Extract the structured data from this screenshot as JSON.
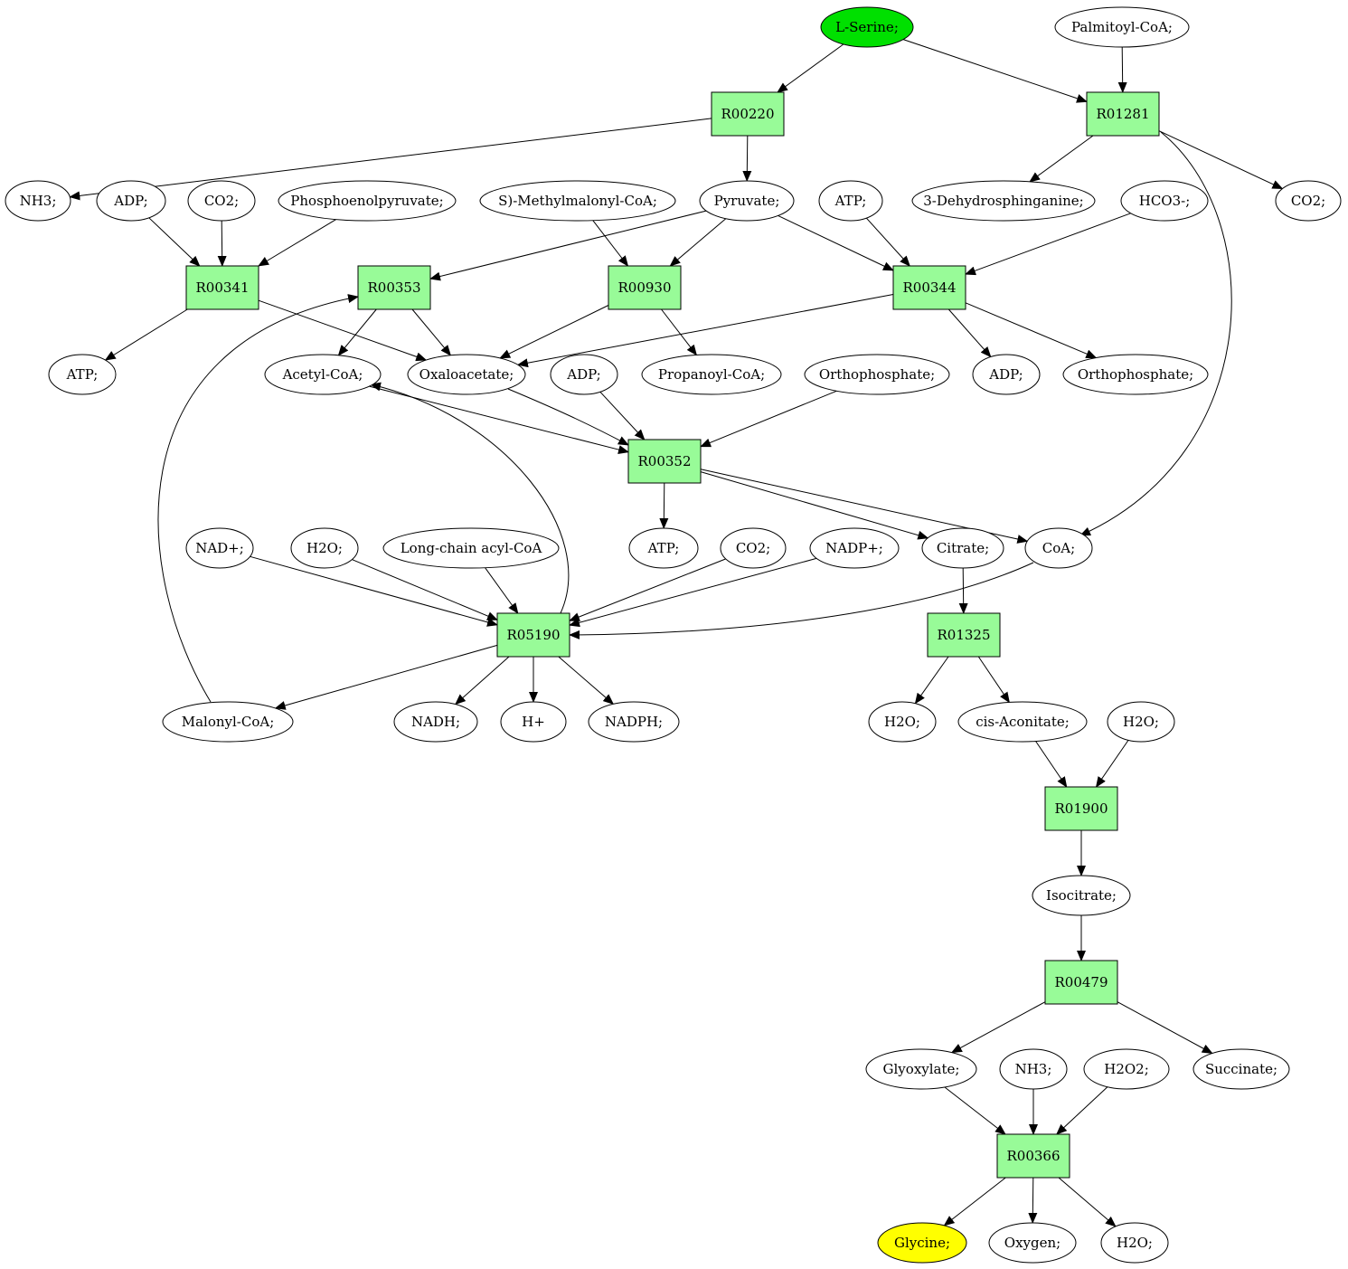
{
  "colors": {
    "reaction_fill": "#98fb98",
    "source_fill": "#00e000",
    "target_fill": "#ffff00",
    "metabolite_fill": "#ffffff",
    "stroke": "#000000"
  },
  "metabolites": [
    {
      "id": "m_lserine",
      "label": "L-Serine;",
      "role": "source"
    },
    {
      "id": "m_palmitoylcoa",
      "label": "Palmitoyl-CoA;"
    },
    {
      "id": "m_nh3_a",
      "label": "NH3;"
    },
    {
      "id": "m_adp_a",
      "label": "ADP;"
    },
    {
      "id": "m_co2_a",
      "label": "CO2;"
    },
    {
      "id": "m_pep",
      "label": "Phosphoenolpyruvate;"
    },
    {
      "id": "m_smmcoa",
      "label": "S)-Methylmalonyl-CoA;"
    },
    {
      "id": "m_pyruvate",
      "label": "Pyruvate;"
    },
    {
      "id": "m_atp_a",
      "label": "ATP;"
    },
    {
      "id": "m_3dhs",
      "label": "3-Dehydrosphinganine;"
    },
    {
      "id": "m_hco3",
      "label": "HCO3-;"
    },
    {
      "id": "m_co2_b",
      "label": "CO2;"
    },
    {
      "id": "m_atp_b",
      "label": "ATP;"
    },
    {
      "id": "m_acetylcoa",
      "label": "Acetyl-CoA;"
    },
    {
      "id": "m_oxaloacetate",
      "label": "Oxaloacetate;"
    },
    {
      "id": "m_adp_b",
      "label": "ADP;"
    },
    {
      "id": "m_propanoylcoa",
      "label": "Propanoyl-CoA;"
    },
    {
      "id": "m_ortho_a",
      "label": "Orthophosphate;"
    },
    {
      "id": "m_adp_c",
      "label": "ADP;"
    },
    {
      "id": "m_ortho_b",
      "label": "Orthophosphate;"
    },
    {
      "id": "m_nad",
      "label": "NAD+;"
    },
    {
      "id": "m_h2o_a",
      "label": "H2O;"
    },
    {
      "id": "m_lcacylcoa",
      "label": "Long-chain acyl-CoA"
    },
    {
      "id": "m_atp_c",
      "label": "ATP;"
    },
    {
      "id": "m_co2_c",
      "label": "CO2;"
    },
    {
      "id": "m_nadp",
      "label": "NADP+;"
    },
    {
      "id": "m_citrate",
      "label": "Citrate;"
    },
    {
      "id": "m_coa",
      "label": "CoA;"
    },
    {
      "id": "m_malonylcoa",
      "label": "Malonyl-CoA;"
    },
    {
      "id": "m_nadh",
      "label": "NADH;"
    },
    {
      "id": "m_hplus",
      "label": "H+"
    },
    {
      "id": "m_nadph",
      "label": "NADPH;"
    },
    {
      "id": "m_h2o_b",
      "label": "H2O;"
    },
    {
      "id": "m_cisaconitate",
      "label": "cis-Aconitate;"
    },
    {
      "id": "m_h2o_c",
      "label": "H2O;"
    },
    {
      "id": "m_isocitrate",
      "label": "Isocitrate;"
    },
    {
      "id": "m_glyoxylate",
      "label": "Glyoxylate;"
    },
    {
      "id": "m_nh3_b",
      "label": "NH3;"
    },
    {
      "id": "m_h2o2",
      "label": "H2O2;"
    },
    {
      "id": "m_succinate",
      "label": "Succinate;"
    },
    {
      "id": "m_glycine",
      "label": "Glycine;",
      "role": "target"
    },
    {
      "id": "m_oxygen",
      "label": "Oxygen;"
    },
    {
      "id": "m_h2o_d",
      "label": "H2O;"
    }
  ],
  "reactions": [
    {
      "id": "r_R00220",
      "label": "R00220"
    },
    {
      "id": "r_R01281",
      "label": "R01281"
    },
    {
      "id": "r_R00341",
      "label": "R00341"
    },
    {
      "id": "r_R00353",
      "label": "R00353"
    },
    {
      "id": "r_R00930",
      "label": "R00930"
    },
    {
      "id": "r_R00344",
      "label": "R00344"
    },
    {
      "id": "r_R00352",
      "label": "R00352"
    },
    {
      "id": "r_R05190",
      "label": "R05190"
    },
    {
      "id": "r_R01325",
      "label": "R01325"
    },
    {
      "id": "r_R01900",
      "label": "R01900"
    },
    {
      "id": "r_R00479",
      "label": "R00479"
    },
    {
      "id": "r_R00366",
      "label": "R00366"
    }
  ],
  "edges": [
    {
      "from": "m_lserine",
      "to": "r_R00220"
    },
    {
      "from": "m_lserine",
      "to": "r_R01281"
    },
    {
      "from": "m_palmitoylcoa",
      "to": "r_R01281"
    },
    {
      "from": "r_R00220",
      "to": "m_nh3_a"
    },
    {
      "from": "r_R00220",
      "to": "m_pyruvate"
    },
    {
      "from": "r_R01281",
      "to": "m_3dhs"
    },
    {
      "from": "r_R01281",
      "to": "m_co2_b"
    },
    {
      "from": "r_R01281",
      "to": "m_coa"
    },
    {
      "from": "m_adp_a",
      "to": "r_R00341"
    },
    {
      "from": "m_co2_a",
      "to": "r_R00341"
    },
    {
      "from": "m_pep",
      "to": "r_R00341"
    },
    {
      "from": "m_pyruvate",
      "to": "r_R00353"
    },
    {
      "from": "m_smmcoa",
      "to": "r_R00930"
    },
    {
      "from": "m_pyruvate",
      "to": "r_R00930"
    },
    {
      "from": "m_pyruvate",
      "to": "r_R00344"
    },
    {
      "from": "m_atp_a",
      "to": "r_R00344"
    },
    {
      "from": "m_hco3",
      "to": "r_R00344"
    },
    {
      "from": "m_malonylcoa",
      "to": "r_R00353"
    },
    {
      "from": "r_R00341",
      "to": "m_atp_b"
    },
    {
      "from": "r_R00341",
      "to": "m_oxaloacetate"
    },
    {
      "from": "r_R00353",
      "to": "m_acetylcoa"
    },
    {
      "from": "r_R00353",
      "to": "m_oxaloacetate"
    },
    {
      "from": "r_R00930",
      "to": "m_oxaloacetate"
    },
    {
      "from": "r_R00930",
      "to": "m_propanoylcoa"
    },
    {
      "from": "r_R00344",
      "to": "m_oxaloacetate"
    },
    {
      "from": "r_R00344",
      "to": "m_adp_c"
    },
    {
      "from": "r_R00344",
      "to": "m_ortho_b"
    },
    {
      "from": "m_acetylcoa",
      "to": "r_R00352"
    },
    {
      "from": "m_oxaloacetate",
      "to": "r_R00352"
    },
    {
      "from": "m_adp_b",
      "to": "r_R00352"
    },
    {
      "from": "m_ortho_a",
      "to": "r_R00352"
    },
    {
      "from": "r_R00352",
      "to": "m_atp_c"
    },
    {
      "from": "r_R00352",
      "to": "m_citrate"
    },
    {
      "from": "r_R00352",
      "to": "m_coa"
    },
    {
      "from": "m_nad",
      "to": "r_R05190"
    },
    {
      "from": "m_h2o_a",
      "to": "r_R05190"
    },
    {
      "from": "m_lcacylcoa",
      "to": "r_R05190"
    },
    {
      "from": "m_co2_c",
      "to": "r_R05190"
    },
    {
      "from": "m_nadp",
      "to": "r_R05190"
    },
    {
      "from": "m_coa",
      "to": "r_R05190"
    },
    {
      "from": "r_R05190",
      "to": "m_acetylcoa"
    },
    {
      "from": "r_R05190",
      "to": "m_malonylcoa"
    },
    {
      "from": "r_R05190",
      "to": "m_nadh"
    },
    {
      "from": "r_R05190",
      "to": "m_hplus"
    },
    {
      "from": "r_R05190",
      "to": "m_nadph"
    },
    {
      "from": "m_citrate",
      "to": "r_R01325"
    },
    {
      "from": "r_R01325",
      "to": "m_h2o_b"
    },
    {
      "from": "r_R01325",
      "to": "m_cisaconitate"
    },
    {
      "from": "m_cisaconitate",
      "to": "r_R01900"
    },
    {
      "from": "m_h2o_c",
      "to": "r_R01900"
    },
    {
      "from": "r_R01900",
      "to": "m_isocitrate"
    },
    {
      "from": "m_isocitrate",
      "to": "r_R00479"
    },
    {
      "from": "r_R00479",
      "to": "m_glyoxylate"
    },
    {
      "from": "r_R00479",
      "to": "m_succinate"
    },
    {
      "from": "m_glyoxylate",
      "to": "r_R00366"
    },
    {
      "from": "m_nh3_b",
      "to": "r_R00366"
    },
    {
      "from": "m_h2o2",
      "to": "r_R00366"
    },
    {
      "from": "r_R00366",
      "to": "m_glycine"
    },
    {
      "from": "r_R00366",
      "to": "m_oxygen"
    },
    {
      "from": "r_R00366",
      "to": "m_h2o_d"
    }
  ]
}
